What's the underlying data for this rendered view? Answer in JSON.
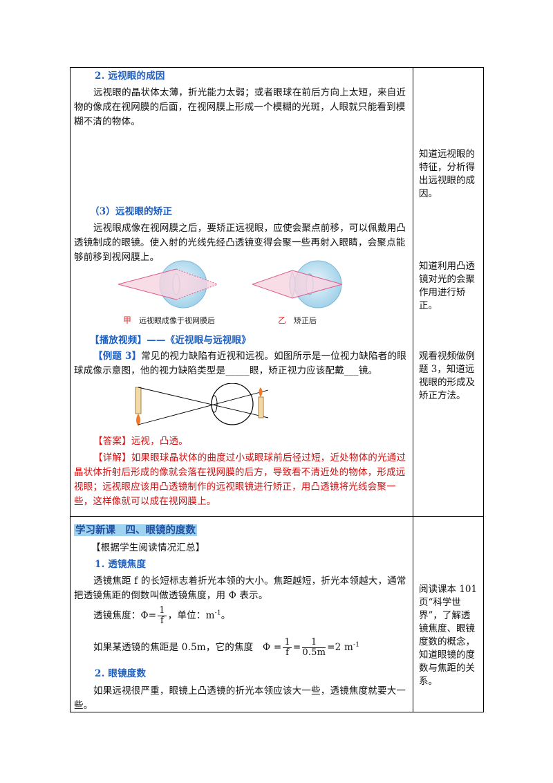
{
  "section1": {
    "heading": "2. 远视眼的成因",
    "body": "远视眼的晶状体太薄，折光能力太弱；或者眼球在前后方向上太短，来自近物的像成在视网膜的后面，在视网膜上形成一个模糊的光斑，人眼就只能看到模糊不清的物体。"
  },
  "section2": {
    "heading": "（3）远视眼的矫正",
    "body": "远视眼成像在视网膜之后，要矫正远视眼，应使会聚点前移，可以佩戴用凸透镜制成的眼镜。使入射的光线先经凸透镜变得会聚一些再射入眼睛，会聚点能够前移到视网膜上。",
    "fig_label_a": "甲",
    "fig_caption_a": "远视眼成像于视网膜后",
    "fig_label_b": "乙",
    "fig_caption_b": "矫正后"
  },
  "video": {
    "text": "【播放视频】——《近视眼与远视眼》"
  },
  "example3": {
    "label": "【例题 3】",
    "body_a": "常见的视力缺陷有近视和远视。如图所示是一位视力缺陷者的眼球成像示意图，他的视力缺陷类型是",
    "blank1": "_____",
    "body_b": "眼，矫正视力应该配戴",
    "blank2": "___",
    "body_c": "镜。",
    "answer_label": "【答案】",
    "answer": "远视，凸透。",
    "detail_label": "【详解】",
    "detail": "如果眼球晶状体的曲度过小或眼球前后径过短，近处物体的光通过晶状体折射后形成的像就会落在视网膜的后方，导致看不清近处的物体，形成远视眼；远视眼应该用凸透镜制作的远视眼镜进行矫正，用凸透镜将光线会聚一些，这样像就可以成在视网膜上。"
  },
  "lesson": {
    "title": "学习新课　四、眼镜的度数",
    "summary": "【根据学生阅读情况汇总】",
    "h1": "1. 透镜焦度",
    "p1": "透镜焦距 f 的长短标志着折光本领的大小。焦距越短，折光本领越大，通常把透镜焦距的倒数叫做透镜焦度，用 Φ 表示。",
    "formula_prefix": "透镜焦度：Φ=",
    "formula_num": "1",
    "formula_den": "f",
    "formula_unit": "，单位：m",
    "formula_sup": "-1",
    "formula_end": "。",
    "ex_prefix": "如果某透镜的焦距是 0.5m，它的焦度　Φ =",
    "ex_num1": "1",
    "ex_den1": "f",
    "ex_eq": "=",
    "ex_num2": "1",
    "ex_den2": "0.5m",
    "ex_result": "=2 m",
    "ex_sup": "-1",
    "h2": "2. 眼镜度数",
    "p2": "如果远视很严重，眼镜上凸透镜的折光本领应该大一些，透镜焦度就要大一些。"
  },
  "side": {
    "note1": "知道远视眼的特征，分析得出远视眼的成因。",
    "note2": "知道利用凸透镜对光的会聚作用进行矫正。",
    "note3": "观看视频做例题 3，知道远视眼的形成及矫正方法。",
    "note4": "阅读课本 101 页“科学世界”，了解透镜焦度、眼镜度数的概念，知道眼镜的度数与焦距的关系。"
  }
}
